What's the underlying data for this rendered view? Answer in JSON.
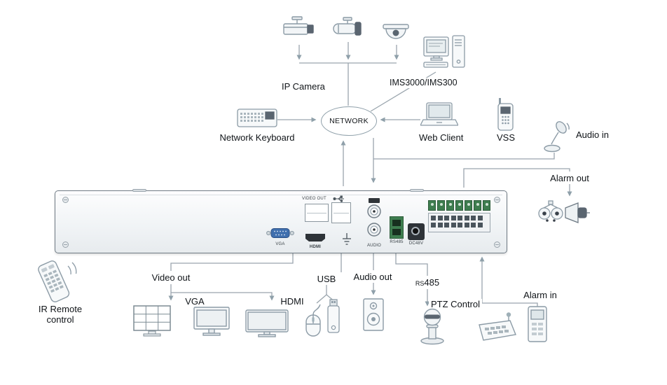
{
  "labels": {
    "ip_camera": "IP Camera",
    "ims": "IMS3000/IMS300",
    "network": "NETWORK",
    "network_keyboard": "Network Keyboard",
    "web_client": "Web Client",
    "vss": "VSS",
    "audio_in": "Audio in",
    "alarm_out": "Alarm out",
    "ir_remote_line1": "IR Remote",
    "ir_remote_line2": "control",
    "video_out": "Video out",
    "vga": "VGA",
    "hdmi": "HDMI",
    "usb": "USB",
    "audio_out": "Audio out",
    "rs485_prefix": "RS",
    "rs485_number": "485",
    "ptz_control": "PTZ Control",
    "alarm_in": "Alarm in"
  },
  "nvr_panel": {
    "video_out_port": "VIDEO OUT",
    "vga_port": "VGA",
    "hdmi_port": "HDMI",
    "audio_port": "AUDIO",
    "rs485_port": "RS485",
    "dc48v_port": "DC48V"
  },
  "icons": [
    "box-camera-icon",
    "bullet-camera-icon",
    "dome-camera-icon",
    "workstation-icon",
    "network-keyboard-icon",
    "laptop-icon",
    "mobile-phone-icon",
    "microphone-icon",
    "alarm-bell-icon",
    "horn-speaker-icon",
    "nvr-front-panel",
    "ir-remote-icon",
    "video-wall-monitor-icon",
    "monitor-icon",
    "widescreen-monitor-icon",
    "mouse-icon",
    "usb-drive-icon",
    "speaker-icon",
    "ptz-dome-camera-icon",
    "ptz-keyboard-icon",
    "alarm-sensor-icon"
  ],
  "colors": {
    "line": "#9aa5ad",
    "icon_gray": "#8c9ba6",
    "vga_blue": "#3f6fae",
    "terminal_green": "#3e7d4f",
    "panel_dark": "#2e3338"
  }
}
